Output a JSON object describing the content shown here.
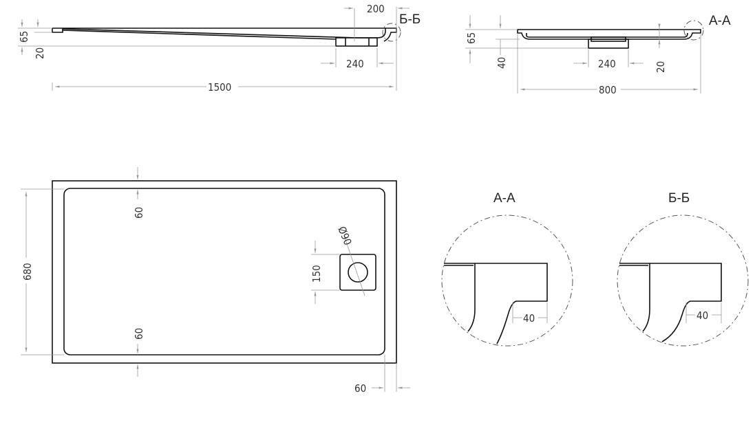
{
  "side_view_long": {
    "length": "1500",
    "height_total": "65",
    "height_step": "20",
    "drain_width": "240",
    "drain_offset": "200",
    "section_label": "Б-Б"
  },
  "side_view_short": {
    "width": "800",
    "height_total": "65",
    "height_inner": "40",
    "height_step": "20",
    "drain_width": "240",
    "section_label": "А-А"
  },
  "plan_view": {
    "width": "680",
    "rim_top": "60",
    "rim_bottom": "60",
    "rim_right": "60",
    "drain_size": "150",
    "drain_diameter": "Ø90"
  },
  "detail_aa": {
    "title": "А-А",
    "dimension": "40"
  },
  "detail_bb": {
    "title": "Б-Б",
    "dimension": "40"
  }
}
